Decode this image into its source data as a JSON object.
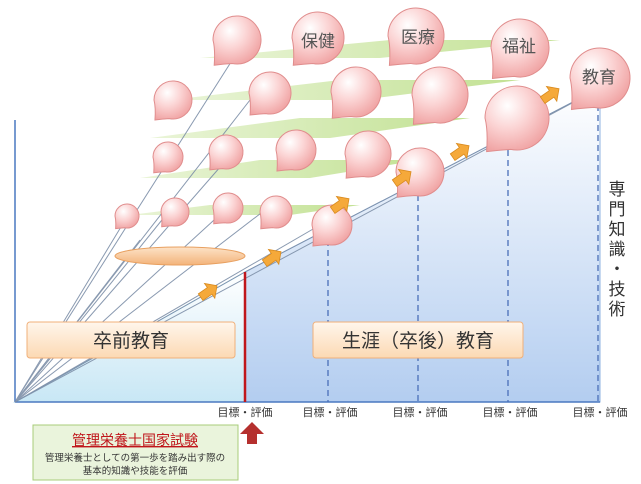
{
  "fields": [
    "保健",
    "医療",
    "福祉",
    "教育"
  ],
  "vertical_label_chars": [
    "専",
    "門",
    "知",
    "識",
    "・",
    "技",
    "術"
  ],
  "pre_grad_label": "卒前教育",
  "lifelong_label": "生涯（卒後）教育",
  "evaluation_label": "目標・評価",
  "exam_box": {
    "title": "管理栄養士国家試験",
    "line1": "管理栄養士としての第一歩を踏み出す際の",
    "line2": "基本的知識や技能を評価"
  },
  "colors": {
    "pre_grad_area": "#cfeaf6",
    "lifelong_area": "#b9d1f2",
    "layer_green": "#cfe7a8",
    "bubble_pink": "#f7b7b7",
    "arrow_orange": "#f5a93a",
    "exam_line_red": "#c0161b",
    "exam_box_fill": "#eaf4dc",
    "exam_title_red": "#c0161b"
  }
}
